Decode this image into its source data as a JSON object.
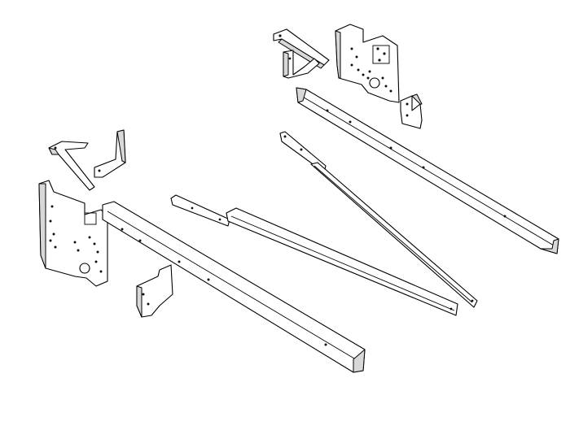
{
  "figure": {
    "kind": "exploded-assembly line drawing",
    "parts": [
      {
        "id": "upper-bracket-set",
        "count": 2
      },
      {
        "id": "upper-side-plate",
        "count": 1
      },
      {
        "id": "upper-small-bracket",
        "count": 1
      },
      {
        "id": "upper-long-channel",
        "count": 1
      },
      {
        "id": "upper-diagonal-brace",
        "count": 1
      },
      {
        "id": "left-bracket-set",
        "count": 2
      },
      {
        "id": "left-side-plate",
        "count": 1
      },
      {
        "id": "left-small-bracket",
        "count": 1
      },
      {
        "id": "lower-long-channel",
        "count": 1
      },
      {
        "id": "middle-diagonal-brace",
        "count": 1
      }
    ],
    "colors": {
      "line": "#000000",
      "background": "#ffffff",
      "shade": "#d8d8d8"
    }
  }
}
